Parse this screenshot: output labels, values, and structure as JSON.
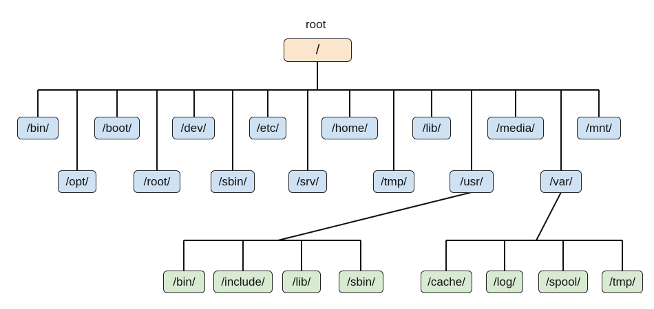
{
  "root_caption": "root",
  "root_label": "/",
  "top_level": [
    "/bin/",
    "/opt/",
    "/boot/",
    "/root/",
    "/dev/",
    "/sbin/",
    "/etc/",
    "/srv/",
    "/home/",
    "/tmp/",
    "/lib/",
    "/usr/",
    "/media/",
    "/var/",
    "/mnt/"
  ],
  "usr_children": [
    "/bin/",
    "/include/",
    "/lib/",
    "/sbin/"
  ],
  "var_children": [
    "/cache/",
    "/log/",
    "/spool/",
    "/tmp/"
  ]
}
